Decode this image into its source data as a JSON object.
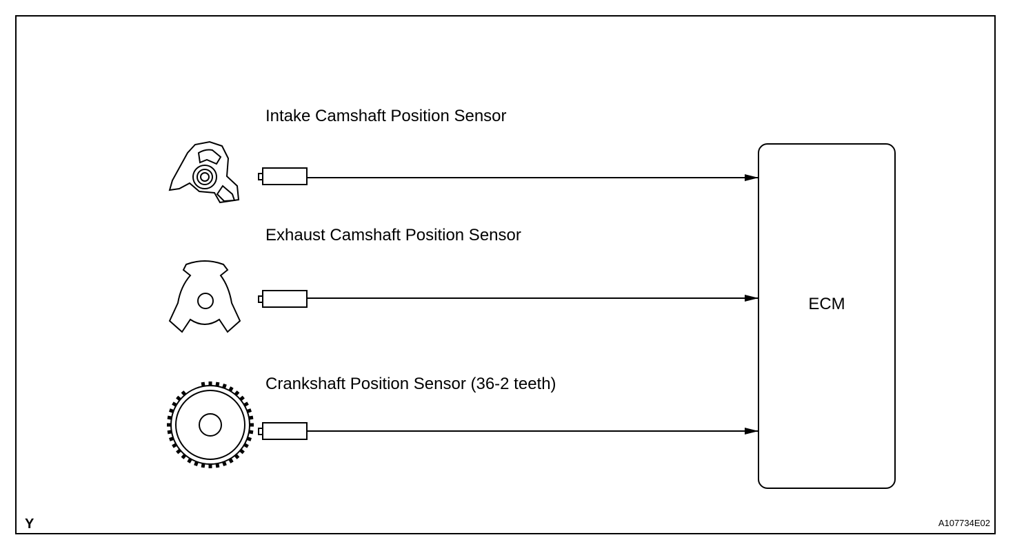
{
  "sensors": [
    {
      "label": "Intake Camshaft Position Sensor",
      "icon": "intake-camshaft-rotor-icon"
    },
    {
      "label": "Exhaust Camshaft Position Sensor",
      "icon": "exhaust-camshaft-rotor-icon"
    },
    {
      "label": "Crankshaft Position Sensor (36-2 teeth)",
      "icon": "crankshaft-toothed-rotor-icon"
    }
  ],
  "ecm": {
    "label": "ECM"
  },
  "corner_mark": "Y",
  "figure_code": "A107734E02",
  "colors": {
    "line": "#000000",
    "background": "#ffffff"
  }
}
